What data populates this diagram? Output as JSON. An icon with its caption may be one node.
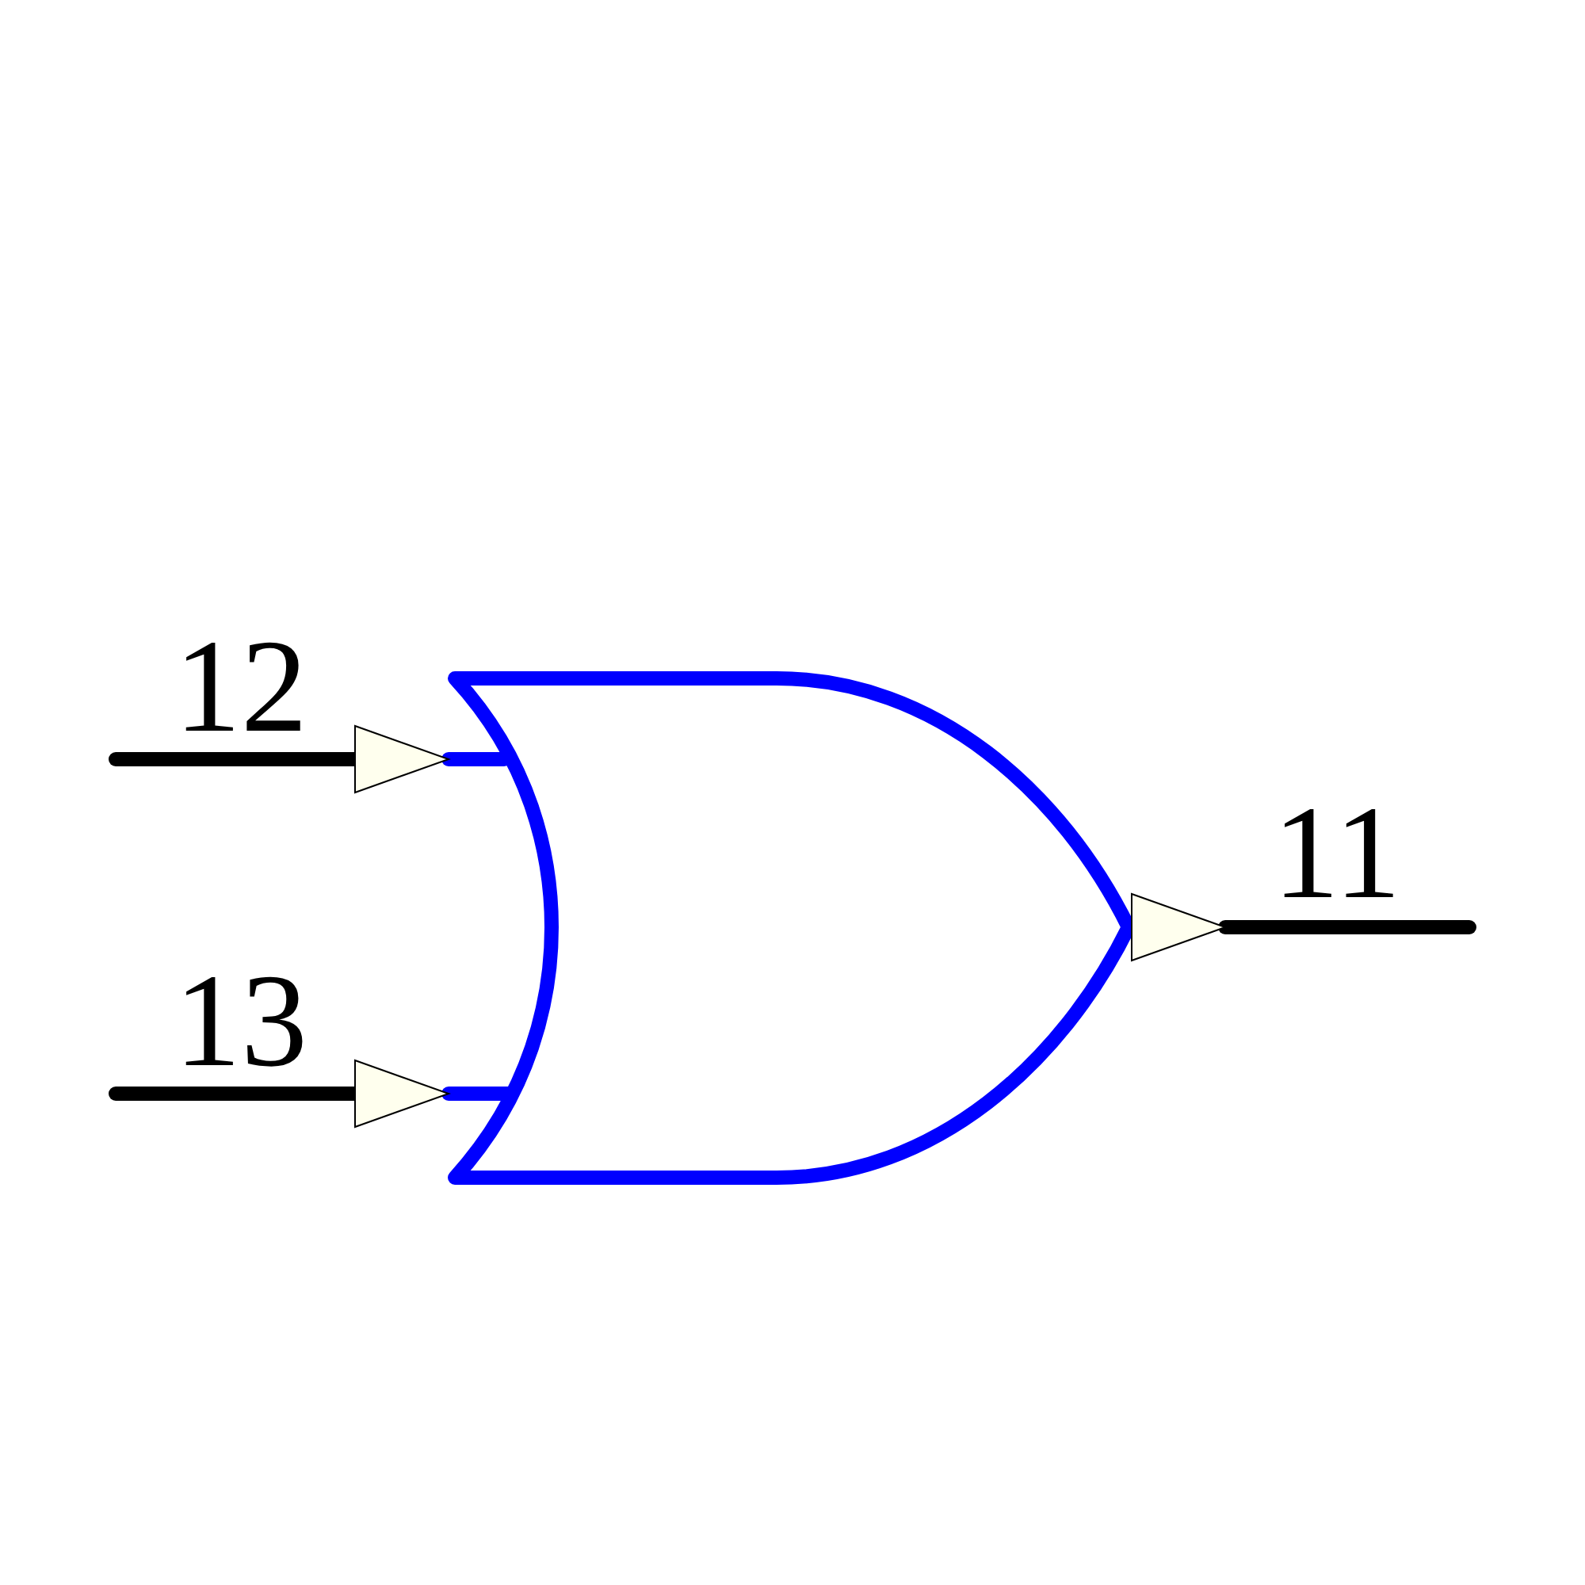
{
  "diagram": {
    "labels": [
      "12",
      "13",
      "11"
    ]
  }
}
